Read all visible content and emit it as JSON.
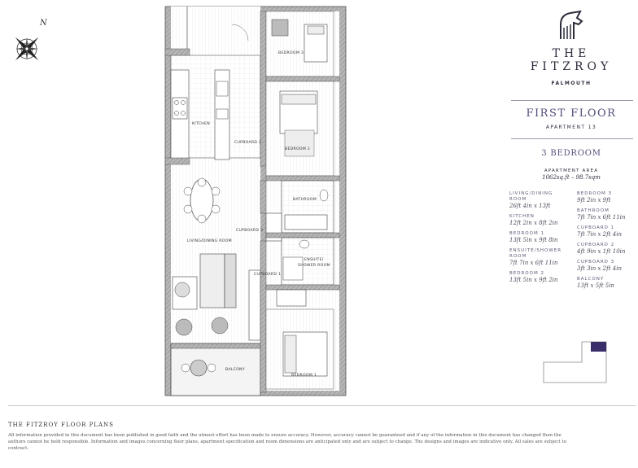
{
  "brand": {
    "line1": "THE",
    "line2": "FITZROY",
    "location": "FALMOUTH"
  },
  "compass": {
    "north_label": "N"
  },
  "floor": {
    "title": "FIRST FLOOR",
    "apartment": "APARTMENT 13",
    "bedrooms": "3 BEDROOM",
    "area_label": "APARTMENT AREA",
    "area_value": "1062sq.ft – 98.7sqm"
  },
  "rooms_left": [
    {
      "name": "LIVING/DINING ROOM",
      "dim": "26ft 4in x 13ft"
    },
    {
      "name": "KITCHEN",
      "dim": "12ft 2in x 8ft 2in"
    },
    {
      "name": "BEDROOM 1",
      "dim": "13ft 5in x 9ft 8in"
    },
    {
      "name": "ENSUITE/SHOWER ROOM",
      "dim": "7ft 7in x 6ft 11in"
    },
    {
      "name": "BEDROOM 2",
      "dim": "13ft 5in x 9ft 2in"
    }
  ],
  "rooms_right": [
    {
      "name": "BEDROOM 3",
      "dim": "9ft 2in x 9ft"
    },
    {
      "name": "BATHROOM",
      "dim": "7ft 7in x 6ft 11in"
    },
    {
      "name": "CUPBOARD 1",
      "dim": "7ft 7in x 2ft 4in"
    },
    {
      "name": "CUPBOARD 2",
      "dim": "4ft 9in x 1ft 10in"
    },
    {
      "name": "CUPBOARD 3",
      "dim": "3ft 3in x 2ft 4in"
    },
    {
      "name": "BALCONY",
      "dim": "13ft x 5ft 5in"
    }
  ],
  "plan_labels": {
    "kitchen": "KITCHEN",
    "living": "LIVING/DINING ROOM",
    "balcony": "BALCONY",
    "bedroom1": "BEDROOM 1",
    "bedroom2": "BEDROOM 2",
    "bedroom3": "BEDROOM 3",
    "bathroom": "BATHROOM",
    "ensuite1": "ENSUITE/",
    "ensuite2": "SHOWER ROOM",
    "cupboard1": "CUPBOARD 1",
    "cupboard2": "CUPBOARD 2",
    "cupboard3": "CUPBOARD 3"
  },
  "footer": {
    "title": "THE FITZROY FLOOR PLANS",
    "text": "All information provided in this document has been published in good faith and the utmost effort has been made to ensure accuracy. However, accuracy cannot be guaranteed and if any of the information in this document has changed then the authors cannot be held responsible. Information and images concerning floor plans, apartment specification and room dimensions are anticipated only and are subject to change. The designs and images are indicative only. All sales are subject to contract."
  },
  "colors": {
    "wall": "#9b9b9b",
    "wall_dark": "#555555",
    "accent": "#4f4f7a",
    "key_highlight": "#3a2f6b"
  }
}
